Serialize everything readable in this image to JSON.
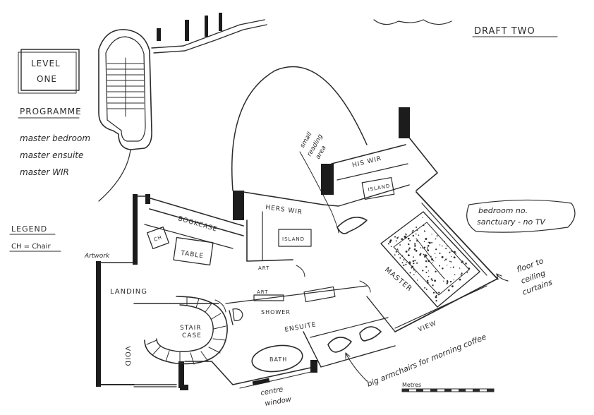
{
  "sheet": {
    "draft_label": "DRAFT TWO",
    "level": {
      "line1": "LEVEL",
      "line2": "ONE"
    }
  },
  "programme": {
    "title": "PROGRAMME",
    "items": [
      "master bedroom",
      "master ensuite",
      "master WIR"
    ]
  },
  "legend": {
    "title": "LEGEND",
    "entry": "CH = Chair"
  },
  "rooms": {
    "his_wir": "HIS WIR",
    "hers_wir": "HERS WIR",
    "island_his": "ISLAND",
    "island_hers": "ISLAND",
    "bookcase": "BOOKCASE",
    "ch": "CH",
    "table": "TABLE",
    "landing": "LANDING",
    "void": "VOID",
    "staircase_line1": "STAIR",
    "staircase_line2": "CASE",
    "art_top": "ART",
    "art_mid": "ART",
    "shower": "SHOWER",
    "ensuite": "ENSUITE",
    "bath": "BATH",
    "master": "MASTER",
    "view": "VIEW"
  },
  "notes": {
    "artwork": "Artwork",
    "reading_line1": "small",
    "reading_line2": "reading",
    "reading_line3": "area",
    "sanctuary_line1": "bedroom no.",
    "sanctuary_line2": "sanctuary - no TV",
    "curtains_line1": "floor to",
    "curtains_line2": "ceiling",
    "curtains_line3": "curtains",
    "armchairs_line1": "big armchairs for morning coffee",
    "window_line1": "centre",
    "window_line2": "window"
  },
  "scale": {
    "label": "Metres"
  },
  "colors": {
    "ink": "#2b2b2b",
    "wall": "#1c1c1c",
    "paper": "#ffffff"
  }
}
